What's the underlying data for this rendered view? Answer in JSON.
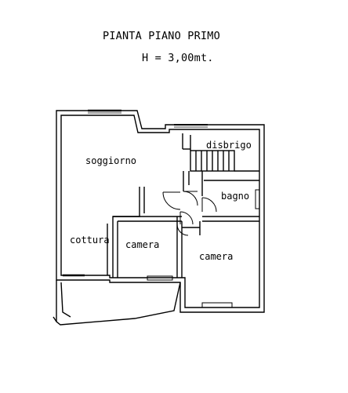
{
  "header": {
    "title": "PIANTA PIANO PRIMO",
    "height_note": "H = 3,00mt."
  },
  "rooms": {
    "soggiorno": "soggiorno",
    "disbrigo": "disbrigo",
    "bagno": "bagno",
    "cottura": "cottura",
    "camera_left": "camera",
    "camera_right": "camera"
  }
}
